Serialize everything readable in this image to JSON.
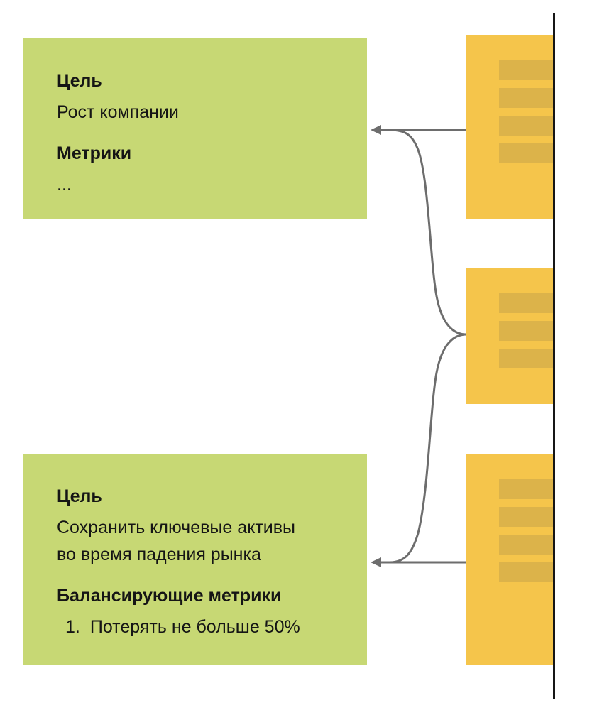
{
  "board": {
    "background": "#ffffff",
    "colors": {
      "goal_card_bg": "#c7d874",
      "masked_card_bg": "#f5c54b",
      "redacted_bar": "#dcb34a",
      "connector": "#6d6d6d",
      "board_edge": "#161616",
      "text": "#151515"
    }
  },
  "goal_cards": [
    {
      "sections": [
        {
          "heading": "Цель",
          "lines": [
            "Рост компании"
          ]
        },
        {
          "heading": "Метрики",
          "lines": [
            "..."
          ]
        }
      ]
    },
    {
      "sections": [
        {
          "heading": "Цель",
          "lines": [
            "Сохранить ключевые активы",
            "во время падения рынка"
          ]
        },
        {
          "heading": "Балансирующие метрики",
          "list": [
            {
              "marker": "1.",
              "text": "Потерять не больше 50%"
            }
          ]
        }
      ]
    }
  ],
  "masked_cards": [
    {
      "bar_count": 4
    },
    {
      "bar_count": 3
    },
    {
      "bar_count": 4
    }
  ]
}
